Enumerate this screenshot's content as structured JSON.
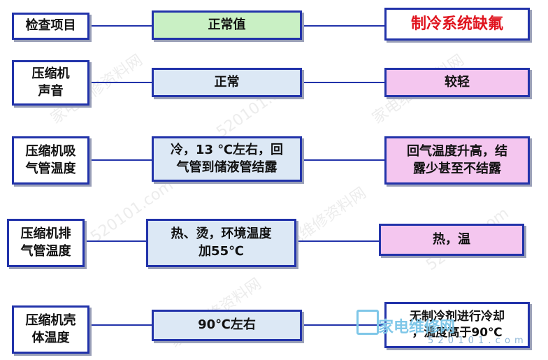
{
  "rows": [
    {
      "c1": "检查项目",
      "c2": "正常值",
      "c3": "制冷系统缺氟"
    },
    {
      "c1": "压缩机\n声音",
      "c2": "正常",
      "c3": "较轻"
    },
    {
      "c1": "压缩机吸\n气管温度",
      "c2": "冷，13 ℃左右，回\n气管到储液管结露",
      "c3": "回气温度升高，结\n露少甚至不结露"
    },
    {
      "c1": "压缩机排\n气管温度",
      "c2": "热、烫，环境温度\n加55℃",
      "c3": "热，温"
    },
    {
      "c1": "压缩机壳\n体温度",
      "c2": "90℃左右",
      "c3": "无制冷剂进行冷却\n，温度高于90℃"
    }
  ],
  "watermark": {
    "text_cn": "家电维修资料网",
    "url": "520101.com",
    "logo_text": "家电维修网",
    "logo_url": "5 2 0 1 0 1 . c o m"
  },
  "colors": {
    "border": "#2233aa",
    "connector": "#2233aa",
    "header_mid": "#c9f0c4",
    "header_right_text": "#e0141e",
    "mid_fill": "#dce8f5",
    "right_fill": "#f4c6ef"
  }
}
